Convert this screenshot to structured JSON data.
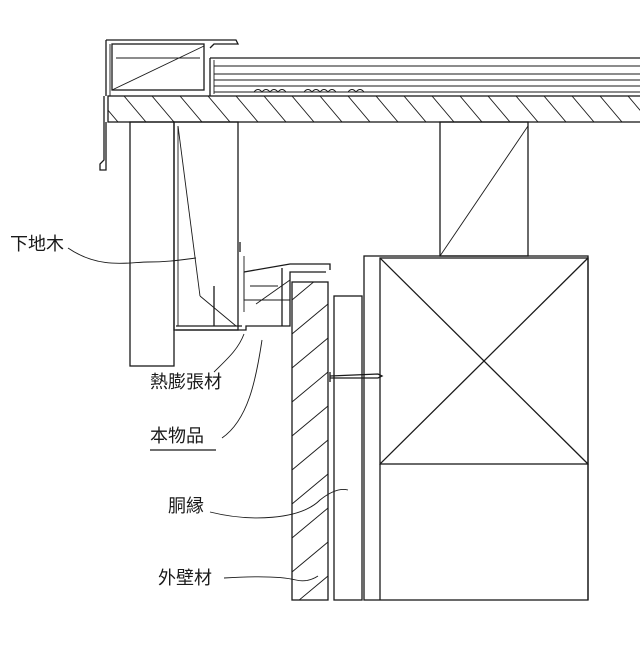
{
  "labels": {
    "shitajiki": "下地木",
    "netsubouchouzai": "熱膨張材",
    "honbuhin": "本物品",
    "dobuchi": "胴縁",
    "gaihekizai": "外壁材"
  },
  "colors": {
    "line": "#1a1a1a",
    "background": "#ffffff"
  }
}
